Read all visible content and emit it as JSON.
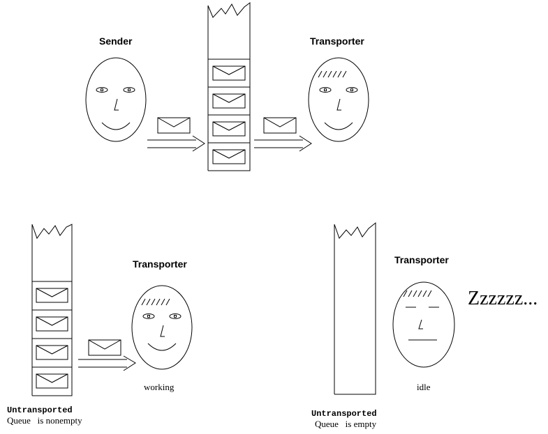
{
  "top": {
    "sender_label": "Sender",
    "transporter_label": "Transporter"
  },
  "bottom_left": {
    "transporter_label": "Transporter",
    "state_label": "working",
    "caption_line1": "Untransported",
    "caption_line2": "Queue   is nonempty"
  },
  "bottom_right": {
    "transporter_label": "Transporter",
    "state_label": "idle",
    "sleep_text": "Zzzzzz...",
    "caption_line1": "Untransported",
    "caption_line2": "Queue   is empty"
  }
}
